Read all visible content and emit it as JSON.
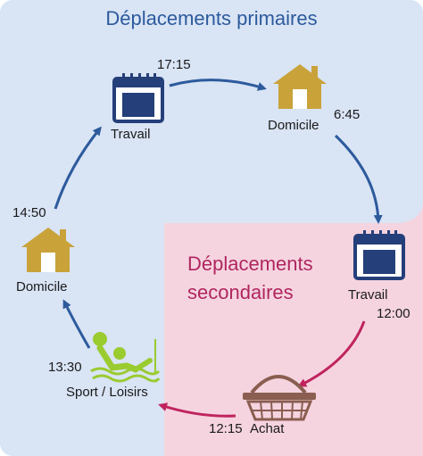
{
  "titles": {
    "primary": "Déplacements primaires",
    "secondary_line1": "Déplacements",
    "secondary_line2": "secondaires"
  },
  "colors": {
    "primary_bg": "#d9e4f5",
    "secondary_bg": "#f5d4e0",
    "primary_arrow": "#2c5a9c",
    "secondary_arrow": "#c0245e",
    "house": "#c9a33a",
    "calendar": "#253f7a",
    "basket": "#8a5e50",
    "swimmer": "#9acb2f"
  },
  "nodes": {
    "domicile_top": {
      "label": "Domicile",
      "time": "6:45",
      "icon": "house-icon"
    },
    "travail_right": {
      "label": "Travail",
      "time": "12:00",
      "icon": "calendar-icon"
    },
    "achat": {
      "label": "Achat",
      "time": "12:15",
      "icon": "basket-icon"
    },
    "sport": {
      "label": "Sport / Loisirs",
      "time": "13:30",
      "icon": "swimmer-icon"
    },
    "domicile_left": {
      "label": "Domicile",
      "time": "14:50",
      "icon": "house-icon"
    },
    "travail_left": {
      "label": "Travail",
      "time": "17:15",
      "icon": "calendar-icon"
    }
  }
}
